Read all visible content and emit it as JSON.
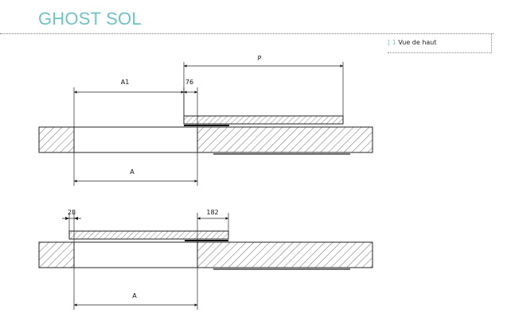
{
  "header": {
    "title": "GHOST SOL",
    "view_bracket_open": "[",
    "view_number": "1",
    "view_label": "Vue de haut"
  },
  "diagram_top": {
    "dim_P": "P",
    "dim_A1": "A1",
    "dim_76": "76",
    "dim_A": "A"
  },
  "diagram_bottom": {
    "dim_28": "28",
    "dim_182": "182",
    "dim_A": "A"
  },
  "colors": {
    "accent": "#6ec3c6",
    "line": "#222222"
  }
}
